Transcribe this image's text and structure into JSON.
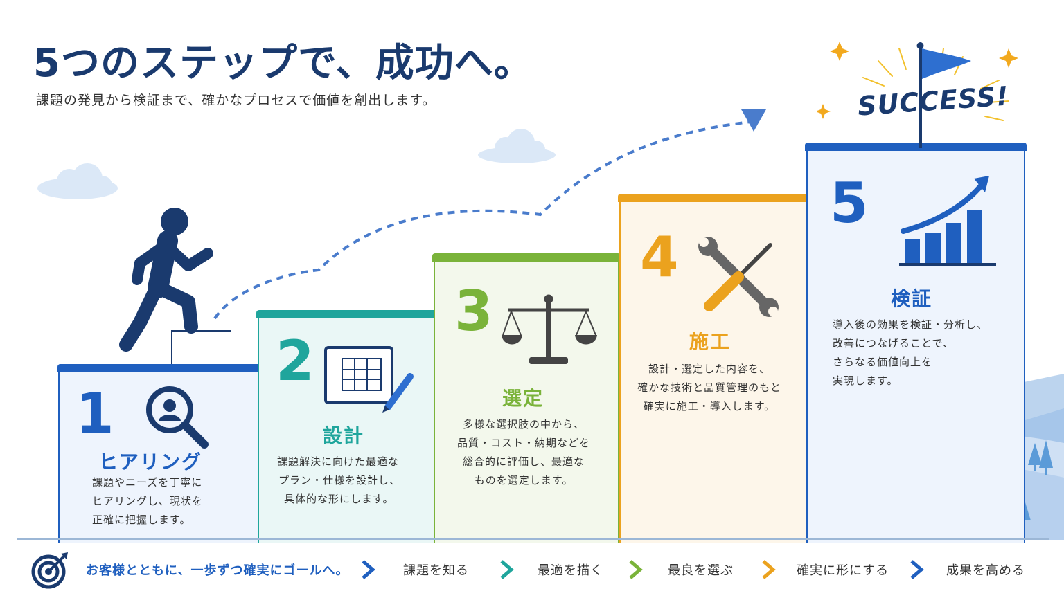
{
  "header": {
    "title": "5つのステップで、成功へ。",
    "subtitle": "課題の発見から検証まで、確かなプロセスで価値を創出します。"
  },
  "goal": {
    "label": "SUCCESS!"
  },
  "colors": {
    "navy": "#1a3a6e",
    "blue": "#1f5fbf",
    "teal": "#1fa59c",
    "green": "#7ab33a",
    "orange": "#eba21e"
  },
  "steps": [
    {
      "num": "1",
      "name": "ヒアリング",
      "desc": [
        "課題やニーズを丁寧に",
        "ヒアリングし、現状を",
        "正確に把握します。"
      ],
      "icon": "user-search-icon"
    },
    {
      "num": "2",
      "name": "設計",
      "desc": [
        "課題解決に向けた最適な",
        "プラン・仕様を設計し、",
        "具体的な形にします。"
      ],
      "icon": "blueprint-pencil-icon"
    },
    {
      "num": "3",
      "name": "選定",
      "desc": [
        "多様な選択肢の中から、",
        "品質・コスト・納期などを",
        "総合的に評価し、最適な",
        "ものを選定します。"
      ],
      "icon": "balance-scale-icon"
    },
    {
      "num": "4",
      "name": "施工",
      "desc": [
        "設計・選定した内容を、",
        "確かな技術と品質管理のもと",
        "確実に施工・導入します。"
      ],
      "icon": "wrench-screwdriver-icon"
    },
    {
      "num": "5",
      "name": "検証",
      "desc": [
        "導入後の効果を検証・分析し、",
        "改善につなげることで、",
        "さらなる価値向上を",
        "実現します。"
      ],
      "icon": "growth-chart-icon"
    }
  ],
  "footer": {
    "tagline": "お客様とともに、一歩ずつ確実にゴールへ。",
    "items": [
      "課題を知る",
      "最適を描く",
      "最良を選ぶ",
      "確実に形にする",
      "成果を高める"
    ],
    "chevron_colors": [
      "#1f5fbf",
      "#1fa59c",
      "#7ab33a",
      "#eba21e",
      "#1f5fbf"
    ]
  }
}
